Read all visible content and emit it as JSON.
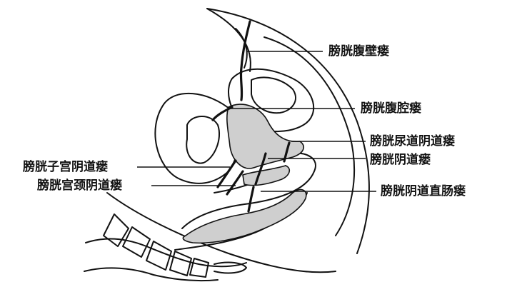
{
  "labels": {
    "bladder_abdominal_wall": "膀胱腹壁瘘",
    "bladder_peritoneal": "膀胱腹腔瘘",
    "bladder_urethrovaginal": "膀胱尿道阴道瘘",
    "bladder_vaginal": "膀胱阴道瘘",
    "bladder_vaginal_rectal": "膀胱阴道直肠瘘",
    "bladder_uterovaginal": "膀胱子宫阴道瘘",
    "bladder_cervicovaginal": "膀胱宫颈阴道瘘"
  },
  "colors": {
    "ink": "#111111",
    "fistula_fill": "#cfcfcf",
    "background": "#ffffff"
  }
}
